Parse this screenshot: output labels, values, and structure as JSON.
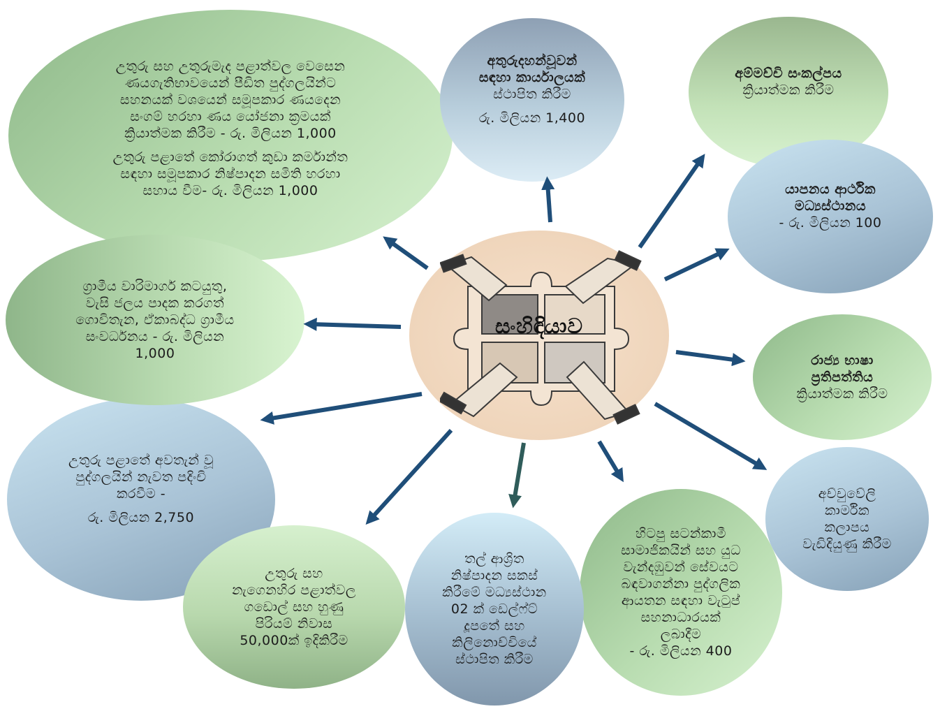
{
  "center": {
    "title": "සංහිඳියාව"
  },
  "bubbles": {
    "top_left": {
      "p1": [
        "උතුරු සහ උතුරුමැද පළාත්වල වෙසෙන",
        "ණයගැතිභාවයෙන් පීඩිත පුද්ගලයින්ට",
        "සහනයක් වශයෙන් සමූපකාර ණයදෙන",
        "සංගම් හරහා ණය යෝජනා ක්‍රමයක්",
        "ක්‍රියාත්මක කිරීම - රු. මිලියන 1,000"
      ],
      "p2": [
        "උතුරු පළාතේ  කෝරාගත් කුඩා කර්මාන්ත",
        "සඳහා සමූපකාර නිෂ්පාදන සමිති හරහා",
        "සහාය වීම- රු. මිලියන 1,000"
      ]
    },
    "top_center": {
      "bold": [
        "අතුරුදහන්වූවන්",
        "සඳහා කාර්යාලයක්"
      ],
      "normal": [
        "ස්ථාපිත කිරීම"
      ],
      "amount": "රු. මිලියන 1,400"
    },
    "top_right": {
      "bold": "අම්මච්චි සංකල්පය",
      "normal": "ක්‍රියාත්මක කිරීම"
    },
    "right_upper": {
      "bold": [
        "යාපනය ආර්ථික",
        "මධ්‍යස්ථානය"
      ],
      "normal": "- රු. මිලියන 100"
    },
    "right_middle": {
      "bold": [
        "රාජ්‍ය භාෂා",
        "ප්‍රතිපත්තිය"
      ],
      "normal": "ක්‍රියාත්මක කිරීම"
    },
    "right_lower": {
      "lines": [
        "අච්චුවේලි",
        "කාර්මික",
        "කලාපය",
        "වැඩිදියුණු කිරීම"
      ]
    },
    "bottom_right": {
      "lines": [
        "හිටපු සටන්කාමී",
        "සාමාජිකයින් සහ යුධ",
        "වැන්දඹුවන් සේවයට",
        "බඳවාගන්නා පුද්ගලික",
        "ආයතන සඳහා වැටුප්",
        "සහනාධාරයක්",
        "ලබාදීම",
        "- රු. මිලියන 400"
      ]
    },
    "bottom_center": {
      "lines": [
        "තල් ආශ්‍රිත",
        "නිෂ්පාදන සකස්",
        "කිරීමේ මධ්‍යස්ථාන",
        "02 ක් ඩෙල්ෆ්ට්",
        "දූපතේ සහ",
        "කිලිනොච්චියේ",
        "ස්ථාපිත කිරීම"
      ]
    },
    "bottom_left": {
      "lines": [
        "උතුරු සහ",
        "නැගෙනහිර පළාත්වල",
        "ගඩොල් සහ හුණු",
        "පිරියම් නිවාස",
        "50,000ක් ඉදිකිරීම"
      ]
    },
    "left_lower": {
      "lines": [
        "උතුරු පළාතේ අවතැන් වූ",
        "පුද්ගලයින් නැවත පදිංචි",
        "කරවීම -"
      ],
      "amount": "රු. මිලියන 2,750"
    },
    "left_middle": {
      "lines": [
        "ග්‍රාමීය වාරිමාර්ග කටයුතු,",
        "වැසි ජලය පාදක කරගත්",
        "ගොවිතැන, ඒකාබද්ධ ග්‍රාමීය",
        "සංවර්ධනය - රු. මිලියන",
        "1,000"
      ]
    }
  },
  "colors": {
    "arrow": "#1f4e79",
    "arrow_dark": "#2f5c5a"
  }
}
